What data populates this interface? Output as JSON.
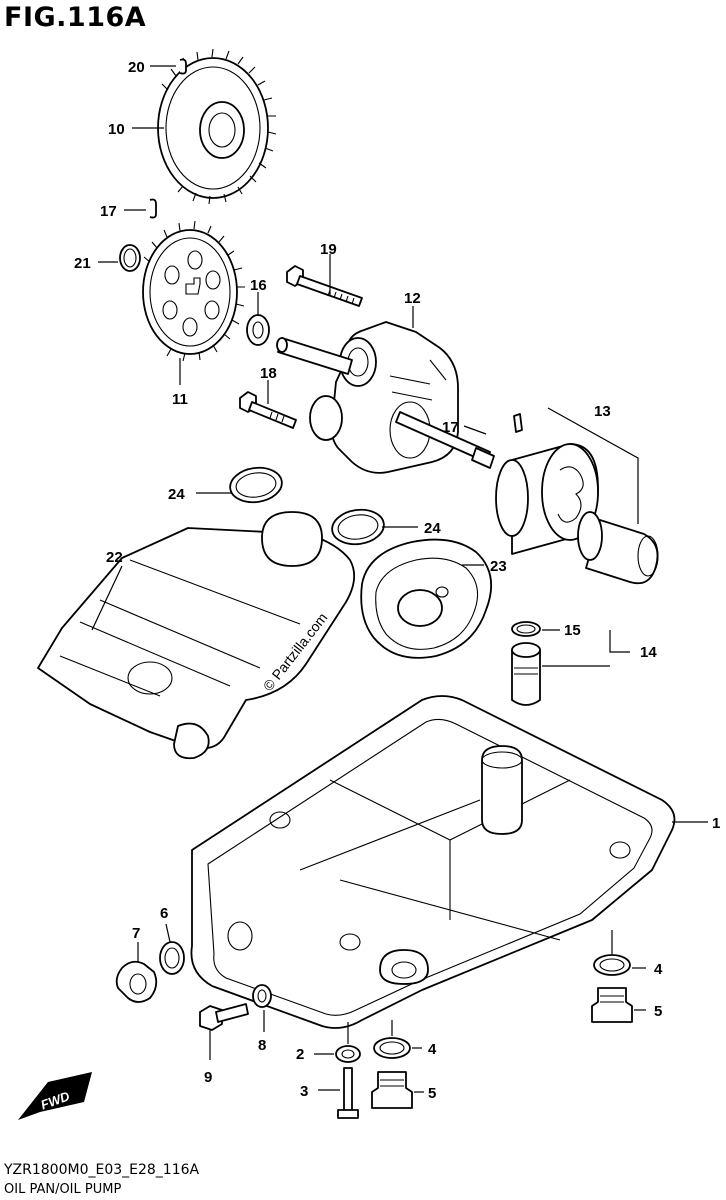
{
  "figure": {
    "title": "FIG.116A",
    "code": "YZR1800M0_E03_E28_116A",
    "name": "OIL PAN/OIL PUMP",
    "watermark": "© Partzilla.com",
    "direction_badge": "FWD"
  },
  "callouts": [
    "20",
    "10",
    "17",
    "21",
    "11",
    "19",
    "16",
    "12",
    "18",
    "17",
    "13",
    "24",
    "22",
    "24",
    "23",
    "15",
    "14",
    "1",
    "6",
    "7",
    "4",
    "5",
    "8",
    "2",
    "4",
    "9",
    "3",
    "5"
  ]
}
